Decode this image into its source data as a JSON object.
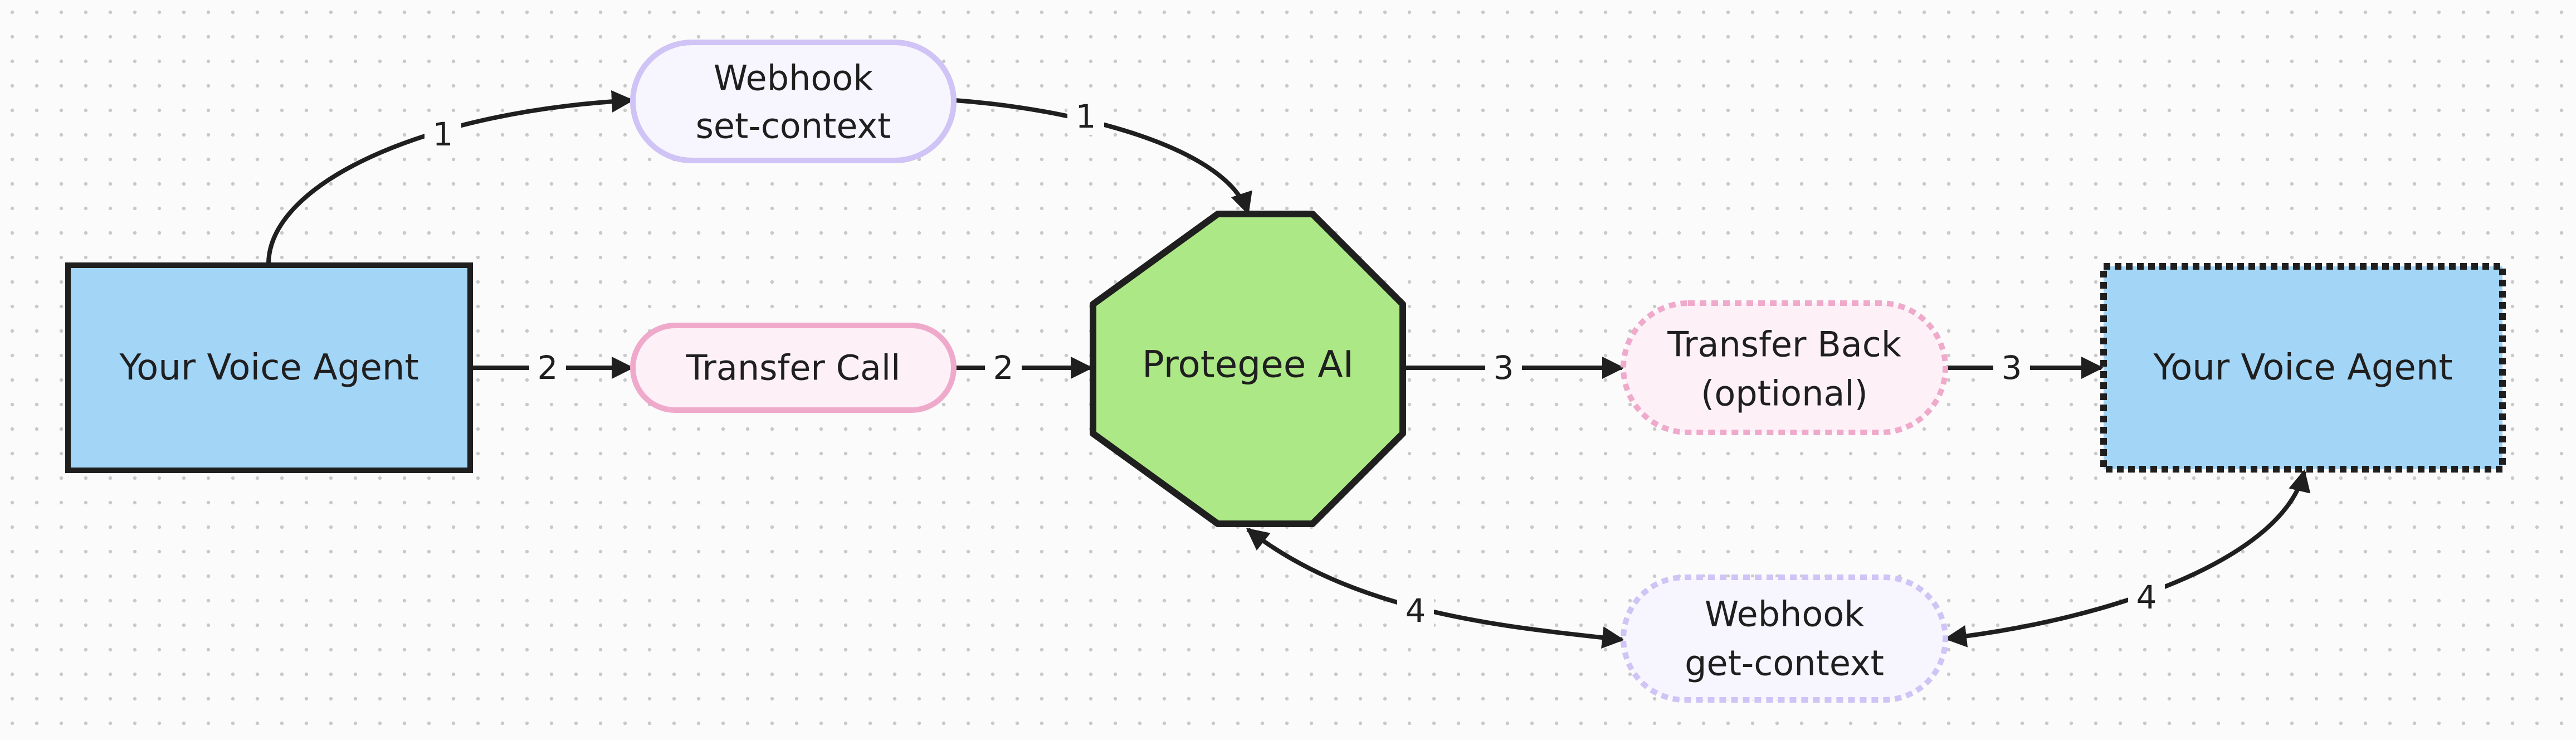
{
  "nodes": {
    "voice_agent_left": {
      "label": "Your Voice Agent",
      "fill": "#a3d5f7",
      "stroke": "#1f1f1f"
    },
    "webhook_set": {
      "line1": "Webhook",
      "line2": "set-context",
      "fill": "#f7f5fe",
      "stroke": "#cfc4f5"
    },
    "transfer_call": {
      "label": "Transfer Call",
      "fill": "#fdf1f7",
      "stroke": "#efaacb"
    },
    "protegee": {
      "label": "Protegee AI",
      "fill": "#ade886",
      "stroke": "#1f1f1f"
    },
    "transfer_back": {
      "line1": "Transfer Back",
      "line2": "(optional)",
      "fill": "#fdf1f7",
      "stroke": "#efaacb"
    },
    "voice_agent_right": {
      "label": "Your Voice Agent",
      "fill": "#a3d5f7",
      "stroke": "#1f1f1f"
    },
    "webhook_get": {
      "line1": "Webhook",
      "line2": "get-context",
      "fill": "#f7f5fe",
      "stroke": "#cfc4f5"
    }
  },
  "edges": {
    "e1a": "1",
    "e1b": "1",
    "e2a": "2",
    "e2b": "2",
    "e3a": "3",
    "e3b": "3",
    "e4a": "4",
    "e4b": "4"
  },
  "colors": {
    "background": "#fbfbfb",
    "grid_dot": "#c9c9c9",
    "edge": "#1f1f1f"
  }
}
